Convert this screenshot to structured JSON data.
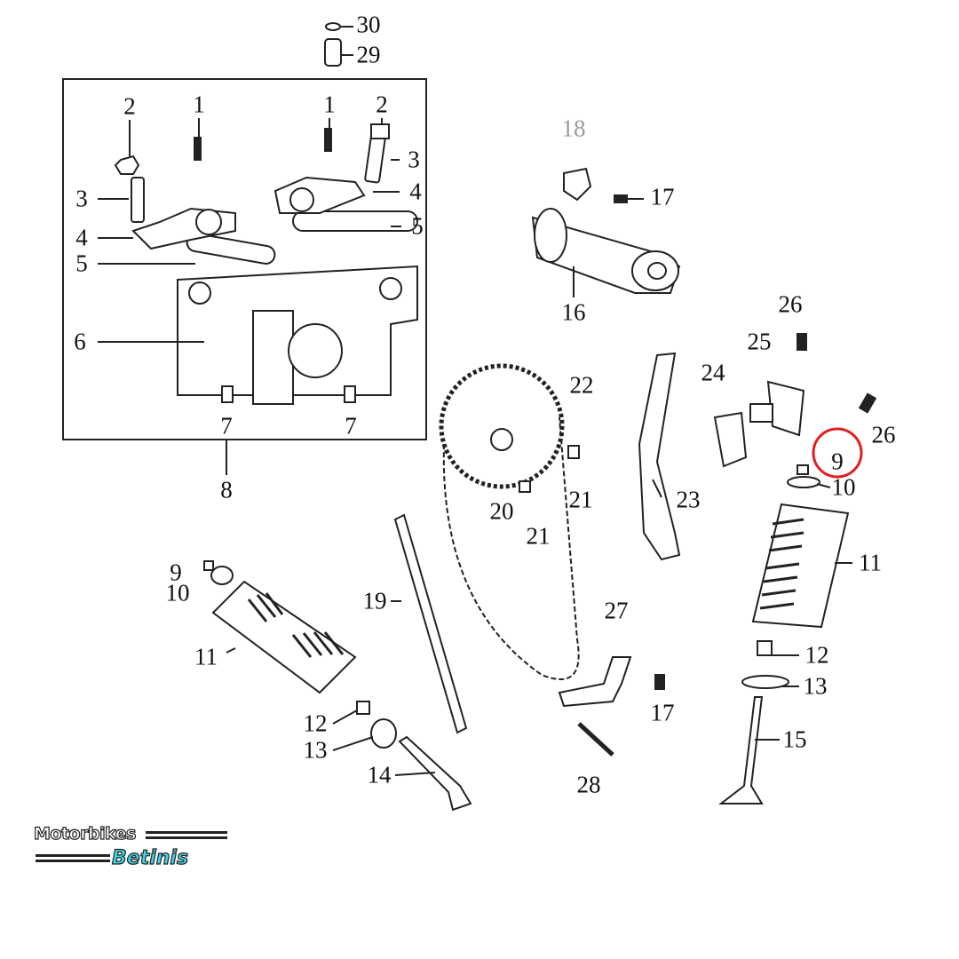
{
  "diagram": {
    "callouts": {
      "c30": "30",
      "c29": "29",
      "c2a": "2",
      "c1a": "1",
      "c1b": "1",
      "c2b": "2",
      "c3a": "3",
      "c3b": "3",
      "c4a": "4",
      "c4b": "4",
      "c5a": "5",
      "c5b": "5",
      "c6": "6",
      "c7a": "7",
      "c7b": "7",
      "c8": "8",
      "c18": "18",
      "c17a": "17",
      "c16": "16",
      "c26a": "26",
      "c25": "25",
      "c24": "24",
      "c26b": "26",
      "c9a": "9",
      "c10a": "10",
      "c22": "22",
      "c21a": "21",
      "c21b": "21",
      "c20": "20",
      "c23": "23",
      "c11a": "11",
      "c9b": "9",
      "c10b": "10",
      "c11b": "11",
      "c19": "19",
      "c27": "27",
      "c12a": "12",
      "c13a": "13",
      "c17b": "17",
      "c15": "15",
      "c12b": "12",
      "c13b": "13",
      "c14": "14",
      "c28": "28"
    },
    "highlight_color": "#e02020"
  },
  "logo": {
    "line1": "Motorbikes",
    "line2": "Betinis"
  }
}
